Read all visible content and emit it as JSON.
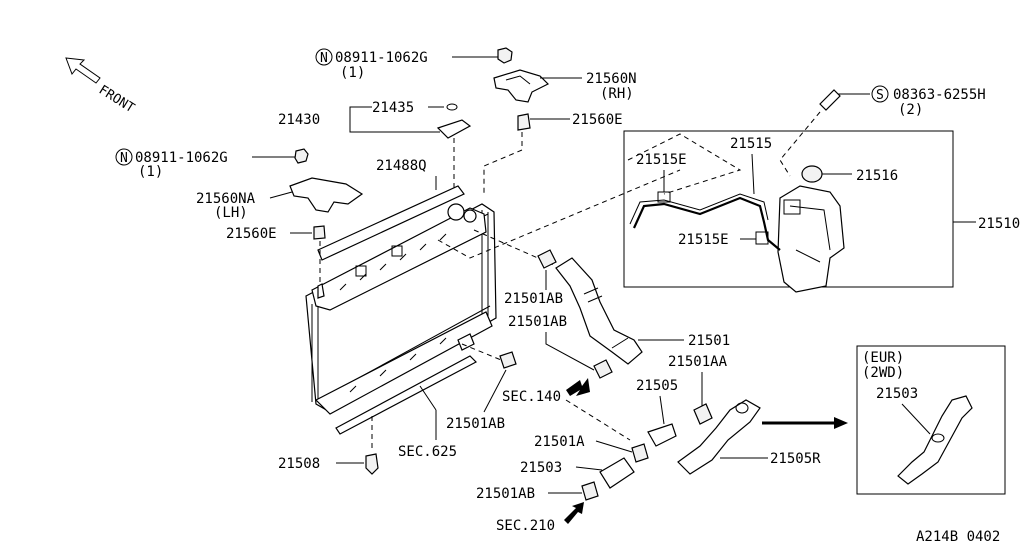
{
  "front_label": "FRONT",
  "callouts": {
    "nut_top": {
      "code": "08911-1062G",
      "symbol": "N",
      "qty": "(1)"
    },
    "nut_left": {
      "code": "08911-1062G",
      "symbol": "N",
      "qty": "(1)"
    },
    "screw": {
      "code": "08363-6255H",
      "symbol": "S",
      "qty": "(2)"
    },
    "p21560N": "21560N",
    "rh": "(RH)",
    "p21560E_top": "21560E",
    "p21435": "21435",
    "p21430": "21430",
    "p21488Q": "21488Q",
    "p21560NA": "21560NA",
    "lh": "(LH)",
    "p21560E_left": "21560E",
    "p21515": "21515",
    "p21515E_top": "21515E",
    "p21515E_mid": "21515E",
    "p21516": "21516",
    "p21510": "21510",
    "p21501AB_1": "21501AB",
    "p21501AB_2": "21501AB",
    "p21501AB_3": "21501AB",
    "p21501AB_4": "21501AB",
    "p21501": "21501",
    "p21501AA": "21501AA",
    "p21505": "21505",
    "p21501A": "21501A",
    "p21503": "21503",
    "p21505R": "21505R",
    "p21508": "21508",
    "sec140": "SEC.140",
    "sec625": "SEC.625",
    "sec210": "SEC.210"
  },
  "inset": {
    "line1": "(EUR)",
    "line2": "(2WD)",
    "part": "21503"
  },
  "footer_code": "A214B 0402"
}
